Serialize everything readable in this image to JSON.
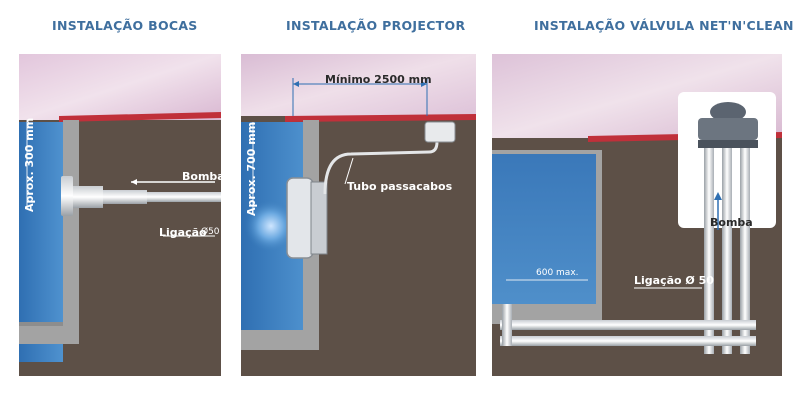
{
  "panels": [
    {
      "title": "INSTALAÇÃO BOCAS",
      "labels": {
        "depth": "Aprox. 300 mm",
        "pump": "Bomba",
        "connection": "Ligação",
        "diameter": "Ø50"
      }
    },
    {
      "title": "INSTALAÇÃO PROJECTOR",
      "labels": {
        "depth": "Aprox. 700 mm",
        "min_distance": "Mínimo 2500 mm",
        "conduit": "Tubo passacabos"
      }
    },
    {
      "title": "INSTALAÇÃO VÁLVULA NET'N'CLEAN",
      "labels": {
        "pump": "Bomba",
        "connection": "Ligação Ø 50",
        "distance": "600 max."
      }
    }
  ],
  "colors": {
    "title": "#3f6f9e",
    "water": "#3f7fbf",
    "soil": "#5d5047",
    "sky": "#e6cde0",
    "edge": "#c0303a",
    "wall": "#9b9b9b"
  }
}
